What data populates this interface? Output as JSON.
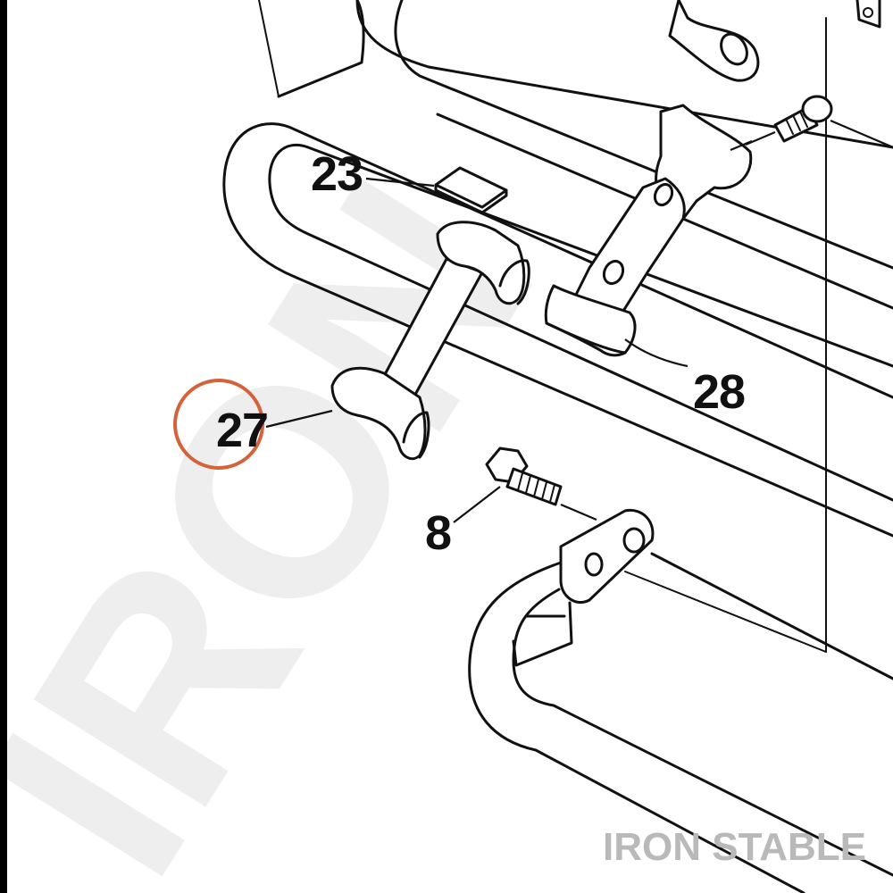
{
  "watermark": {
    "text": "IRON",
    "brand": "IRON STABLE"
  },
  "callouts": [
    {
      "id": "23",
      "label": "23",
      "highlighted": false
    },
    {
      "id": "27",
      "label": "27",
      "highlighted": true
    },
    {
      "id": "28",
      "label": "28",
      "highlighted": false
    },
    {
      "id": "8",
      "label": "8",
      "highlighted": false
    }
  ],
  "colors": {
    "line": "#111111",
    "highlight_ring": "#d4623a",
    "watermark": "#eeeeee",
    "brand": "#b9b9b9"
  }
}
